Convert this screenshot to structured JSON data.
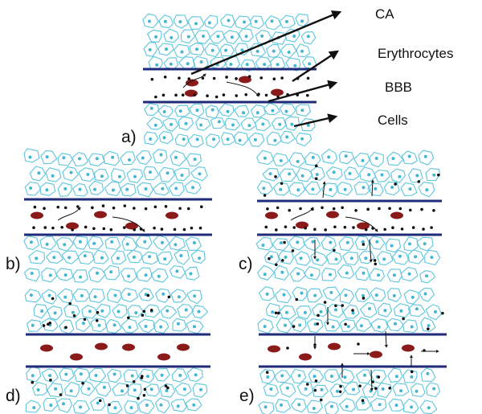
{
  "legend": {
    "ca": "CA",
    "erythrocytes": "Erythrocytes",
    "bbb": "BBB",
    "cells": "Cells"
  },
  "panels": {
    "a": "a)",
    "b": "b)",
    "c": "c)",
    "d": "d)",
    "e": "e)"
  },
  "colors": {
    "cell_outline": "#5cc6dd",
    "cell_nucleus": "#44b6cf",
    "membrane": "#1f2a78",
    "erythrocyte": "#8b1a1a",
    "particle": "#111111",
    "arrow": "#111111"
  }
}
